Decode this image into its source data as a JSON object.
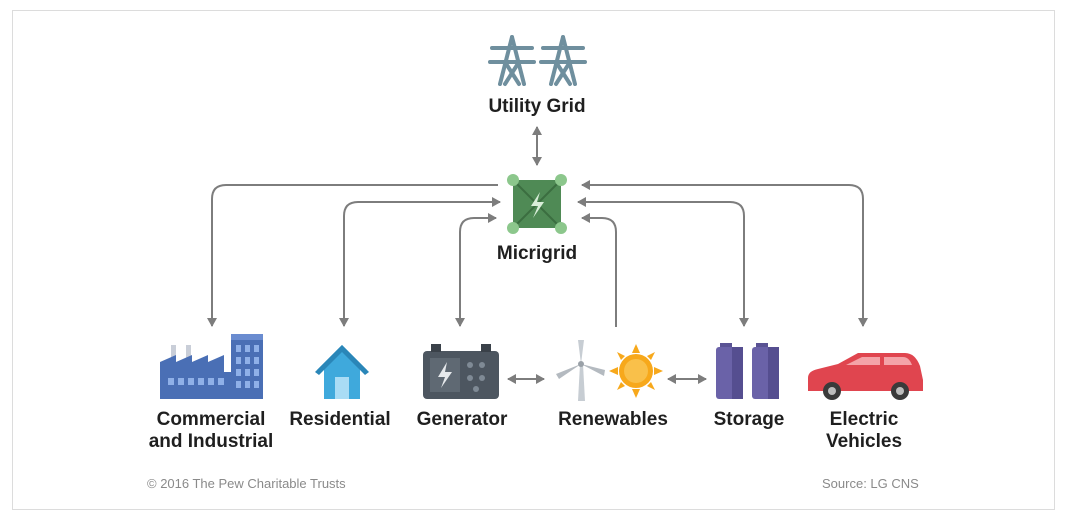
{
  "nodes": {
    "utility_grid": "Utility Grid",
    "microgrid": "Micrigrid",
    "commercial_line1": "Commercial",
    "commercial_line2": "and Industrial",
    "residential": "Residential",
    "generator": "Generator",
    "renewables": "Renewables",
    "storage": "Storage",
    "electric_line1": "Electric",
    "electric_line2": "Vehicles"
  },
  "footer": {
    "copyright": "© 2016 The Pew Charitable Trusts",
    "source": "Source: LG CNS"
  },
  "colors": {
    "arrow": "#7d7d7d",
    "tower": "#6f8f9e",
    "microgrid_fill": "#4f8a55",
    "microgrid_node": "#8cc78c",
    "factory": "#4a6fb5",
    "house": "#3fa9dc",
    "generator": "#4d5660",
    "sun": "#f7a81b",
    "battery": "#6a62a8",
    "car": "#e0454f"
  },
  "icons": {
    "utility_grid": "transmission-tower-icon",
    "microgrid": "microgrid-icon",
    "commercial": "factory-icon",
    "residential": "house-icon",
    "generator": "generator-icon",
    "renewables": [
      "wind-turbine-icon",
      "sun-icon"
    ],
    "storage": "battery-icon",
    "electric_vehicles": "car-icon"
  }
}
